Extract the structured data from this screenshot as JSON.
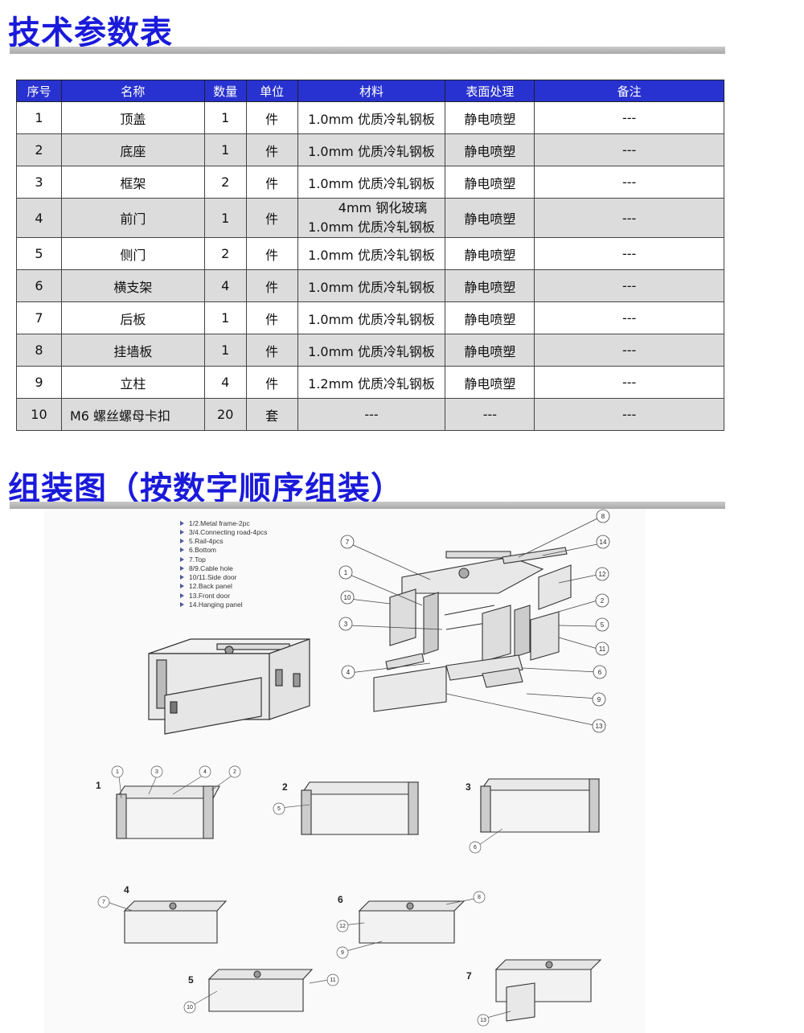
{
  "section1": {
    "title": "技术参数表"
  },
  "table": {
    "headers": [
      "序号",
      "名称",
      "数量",
      "单位",
      "材料",
      "表面处理",
      "备注"
    ],
    "rows": [
      {
        "no": "1",
        "name": "顶盖",
        "qty": "1",
        "unit": "件",
        "material": "1.0mm 优质冷轧钢板",
        "finish": "静电喷塑",
        "note": "---"
      },
      {
        "no": "2",
        "name": "底座",
        "qty": "1",
        "unit": "件",
        "material": "1.0mm 优质冷轧钢板",
        "finish": "静电喷塑",
        "note": "---"
      },
      {
        "no": "3",
        "name": "框架",
        "qty": "2",
        "unit": "件",
        "material": "1.0mm 优质冷轧钢板",
        "finish": "静电喷塑",
        "note": "---"
      },
      {
        "no": "4",
        "name": "前门",
        "qty": "1",
        "unit": "件",
        "material_line1": "4mm 钢化玻璃",
        "material_line2": "1.0mm 优质冷轧钢板",
        "finish": "静电喷塑",
        "note": "---"
      },
      {
        "no": "5",
        "name": "侧门",
        "qty": "2",
        "unit": "件",
        "material": "1.0mm 优质冷轧钢板",
        "finish": "静电喷塑",
        "note": "---"
      },
      {
        "no": "6",
        "name": "横支架",
        "qty": "4",
        "unit": "件",
        "material": "1.0mm 优质冷轧钢板",
        "finish": "静电喷塑",
        "note": "---"
      },
      {
        "no": "7",
        "name": "后板",
        "qty": "1",
        "unit": "件",
        "material": "1.0mm 优质冷轧钢板",
        "finish": "静电喷塑",
        "note": "---"
      },
      {
        "no": "8",
        "name": "挂墙板",
        "qty": "1",
        "unit": "件",
        "material": "1.0mm 优质冷轧钢板",
        "finish": "静电喷塑",
        "note": "---"
      },
      {
        "no": "9",
        "name": "立柱",
        "qty": "4",
        "unit": "件",
        "material": "1.2mm 优质冷轧钢板",
        "finish": "静电喷塑",
        "note": "---"
      },
      {
        "no": "10",
        "name": "M6 螺丝螺母卡扣",
        "qty": "20",
        "unit": "套",
        "material": "---",
        "finish": "---",
        "note": "---"
      }
    ]
  },
  "section2": {
    "title": "组装图（按数字顺序组装）"
  },
  "diagram": {
    "legend": [
      "1/2.Metal frame-2pc",
      "3/4.Connecting road-4pcs",
      "5.Rail-4pcs",
      "6.Bottom",
      "7.Top",
      "8/9.Cable hole",
      "10/11.Side door",
      "12.Back panel",
      "13.Front door",
      "14.Hanging panel"
    ],
    "callouts": {
      "c8": "8",
      "c14": "14",
      "c7": "7",
      "c12": "12",
      "c1": "1",
      "c10": "10",
      "c2": "2",
      "c5": "5",
      "c3": "3",
      "c11": "11",
      "c4": "4",
      "c6": "6",
      "c9": "9",
      "c13": "13"
    },
    "steps": {
      "s1": "1",
      "s2": "2",
      "s3": "3",
      "s4": "4",
      "s5": "5",
      "s6": "6",
      "s7": "7",
      "s1c1": "1",
      "s1c3": "3",
      "s1c4": "4",
      "s1c2": "2",
      "s2c5": "5",
      "s3c6": "6",
      "s4c7": "7",
      "s6c8": "8",
      "s6c12": "12",
      "s6c9": "9",
      "s5c11": "11",
      "s5c10": "10",
      "s7c13": "13"
    }
  }
}
